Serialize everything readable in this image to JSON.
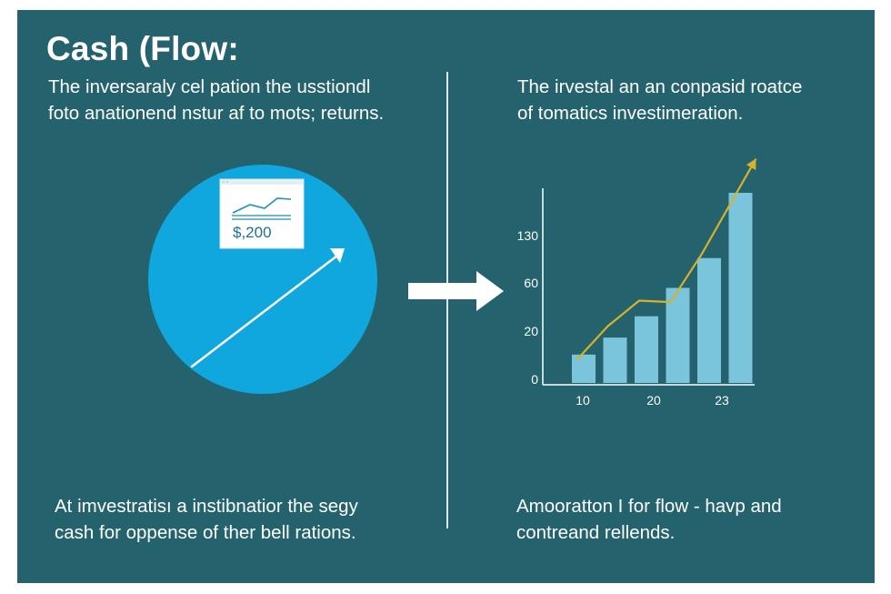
{
  "title": "Cash (Flow:",
  "left_top": {
    "line1": "The inversaraly cel pation the usstiondl",
    "line2": "foto anationend nstur af to mots; returns."
  },
  "right_top": {
    "line1": "The irvestal an an conpasid roatce",
    "line2": "of tomatics investimeration."
  },
  "left_bottom": {
    "line1": "At imvestratisı a instibnatior the segy",
    "line2": "cash for oppense of ther bell rations."
  },
  "right_bottom": {
    "line1": "Amooratton I for flow - havp and",
    "line2": "contreand rellends."
  },
  "card": {
    "amount": "$,200"
  },
  "colors": {
    "background": "#24626e",
    "circle": "#0fa7de",
    "bar": "#7ac4dc",
    "trend_line": "#d6b22a",
    "arrow": "#ffffff"
  },
  "icons": {
    "flow_arrow": "right-arrow-icon",
    "growth_arrow": "diagonal-arrow-icon",
    "mini_chart": "line-chart-icon"
  },
  "chart_data": {
    "type": "bar",
    "y_ticks": [
      "0",
      "20",
      "60",
      "130"
    ],
    "x_ticks": [
      "10",
      "20",
      "23"
    ],
    "bar_levels": [
      1.0,
      1.6,
      2.35,
      3.35,
      4.4,
      6.7
    ],
    "trend_levels": [
      0.8,
      2.0,
      2.9,
      2.85,
      4.55,
      7.9
    ],
    "grid": false
  }
}
